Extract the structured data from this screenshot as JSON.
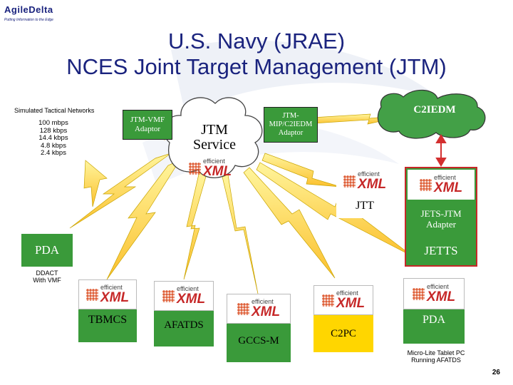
{
  "logo": {
    "name": "AgileDelta",
    "tagline": "Putting Information to the Edge"
  },
  "title": {
    "line1": "U.S. Navy (JRAE)",
    "line2": "NCES Joint Target Management (JTM)"
  },
  "networks": {
    "title": "Simulated Tactical Networks",
    "speeds": [
      "100 mbps",
      "128 kbps",
      "14.4 kbps",
      "4.8 kbps",
      "2.4 kbps"
    ]
  },
  "brand": {
    "efficient": "efficient",
    "xml": "XML"
  },
  "nodes": {
    "jtm_vmf": {
      "line1": "JTM-VMF",
      "line2": "Adaptor"
    },
    "jtm_service": {
      "line1": "JTM",
      "line2": "Service"
    },
    "jtm_mip": {
      "line1": "JTM-",
      "line2": "MIP/C2IEDM",
      "line3": "Adaptor"
    },
    "c2iedm": "C2IEDM",
    "jtt": "JTT",
    "jets_jtm": {
      "line1": "JETS-JTM",
      "line2": "Adapter"
    },
    "jetts": "JETTS",
    "pda_left": "PDA",
    "ddact": {
      "line1": "DDACT",
      "line2": "With VMF"
    },
    "tbmcs": "TBMCS",
    "afatds": "AFATDS",
    "gccs": "GCCS-M",
    "c2pc": "C2PC",
    "pda_right": "PDA",
    "microlite": {
      "line1": "Micro-Lite Tablet PC",
      "line2": "Running AFATDS"
    }
  },
  "colors": {
    "green": "#3a9a3a",
    "yellow": "#ffd600",
    "red": "#c62828",
    "title": "#1a237e"
  },
  "page_number": "26"
}
